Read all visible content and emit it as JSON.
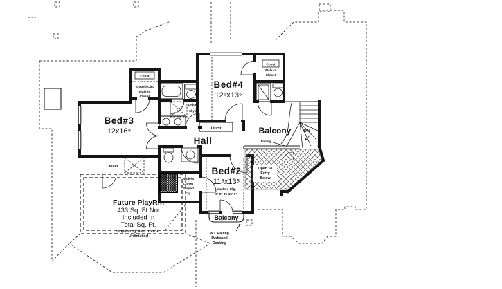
{
  "background": "#ffffff",
  "ink": "#1a1a1a",
  "rooms": {
    "bed3": {
      "name": "Bed#3",
      "dims": "12x16⁸"
    },
    "bed4": {
      "name": "Bed#4",
      "dims": "12⁶x13⁶"
    },
    "bed2": {
      "name": "Bed#2",
      "dims": "11⁸x13⁸",
      "ceiling_line1": "Vaulted Clg.",
      "ceiling_line2": "8'-0\" To 10'-0\""
    },
    "hall": {
      "name": "Hall"
    },
    "playroom": {
      "lines": [
        "Future PlayRm",
        "433 Sq. Ft Not",
        "Included In",
        "Total Sq. Ft.",
        "Sloped Clg. 4'-0\" To 8'-0\"",
        "Unfinished"
      ]
    }
  },
  "balconies": {
    "upper": {
      "label": "Balcony",
      "railing_label": "Railing"
    },
    "lower": {
      "label": "Balcony",
      "note_lines": [
        "W.I. Railing",
        "Redwood",
        "Decking"
      ]
    }
  },
  "stairs": {
    "label": "DN"
  },
  "open_to_below": {
    "lines": [
      "Open To",
      "Entry",
      "Below"
    ]
  },
  "closets": {
    "master_wic": {
      "chest": "Chest",
      "lines": [
        "Sloped Clg.",
        "Walk-in",
        "Closet"
      ]
    },
    "bed4_wic": {
      "chest": "Chest",
      "lines": [
        "Walk-in",
        "Closet"
      ]
    },
    "bed2_wic": {
      "lines": [
        "Walk-in",
        "Closet",
        "Sloped",
        "Clg."
      ]
    },
    "hall_closet": {
      "label": "Closet"
    },
    "linen": {
      "label": "Linen"
    }
  },
  "bath": {
    "ledge": "Ledge",
    "skylite": "Skylite"
  }
}
